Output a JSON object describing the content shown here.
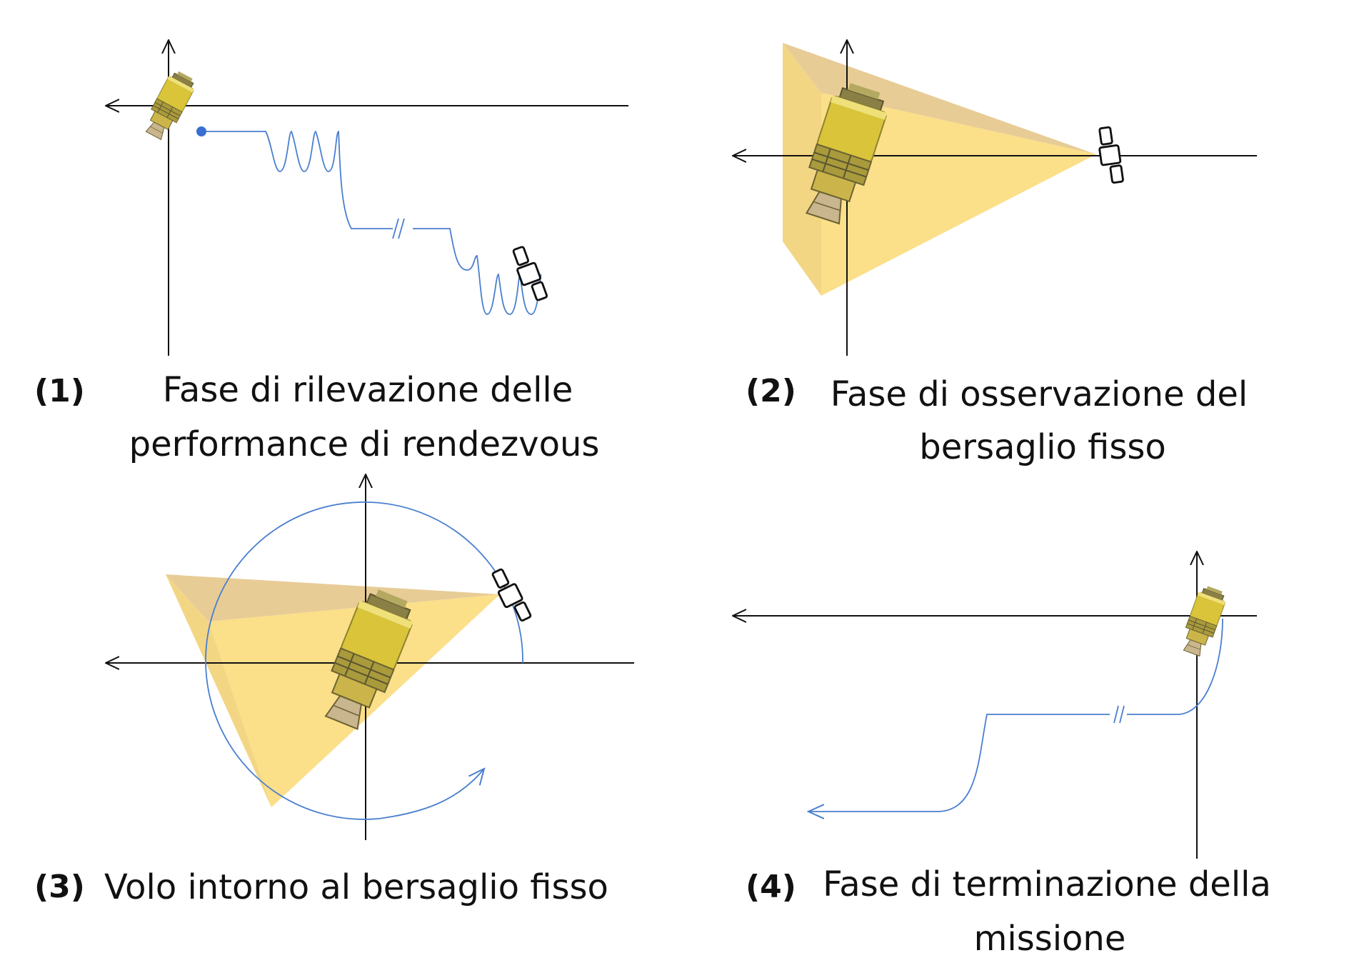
{
  "panels": [
    {
      "number": "(1)",
      "caption_line1": "Fase di rilevazione delle",
      "caption_line2": "performance di rendezvous"
    },
    {
      "number": "(2)",
      "caption_line1": "Fase di osservazione del",
      "caption_line2": "bersaglio fisso"
    },
    {
      "number": "(3)",
      "caption_line1": "Volo intorno al bersaglio fisso",
      "caption_line2": ""
    },
    {
      "number": "(4)",
      "caption_line1": "Fase di terminazione della",
      "caption_line2": "missione"
    }
  ],
  "colors": {
    "axis": "#111111",
    "trajectory": "#4a7fd0",
    "cone": "#f5cf6a",
    "cone_top": "#e5c78b",
    "spacecraft_body": "#d9c43a",
    "spacecraft_dark": "#6b6233",
    "target_outline": "#111111"
  },
  "icons": {
    "spacecraft": "spacecraft-icon",
    "target_satellite": "satellite-icon"
  }
}
